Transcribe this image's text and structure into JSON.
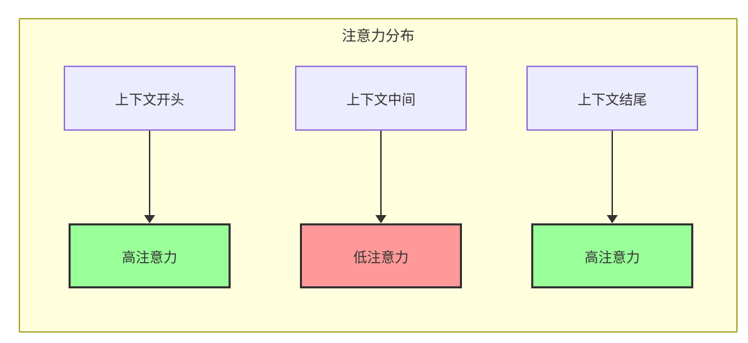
{
  "diagram": {
    "title": "注意力分布",
    "type": "flowchart",
    "columns": [
      {
        "source": "上下文开头",
        "result": "高注意力",
        "level": "high"
      },
      {
        "source": "上下文中间",
        "result": "低注意力",
        "level": "low"
      },
      {
        "source": "上下文结尾",
        "result": "高注意力",
        "level": "high"
      }
    ],
    "colors": {
      "canvas_bg": "#ffffff",
      "frame_bg": "#ffffde",
      "frame_border": "#aaaa33",
      "node_bg": "#ececff",
      "node_border": "#9370db",
      "high_bg": "#99ff99",
      "low_bg": "#ff9999",
      "result_border": "#333333",
      "text": "#333333",
      "arrow": "#333333"
    }
  }
}
